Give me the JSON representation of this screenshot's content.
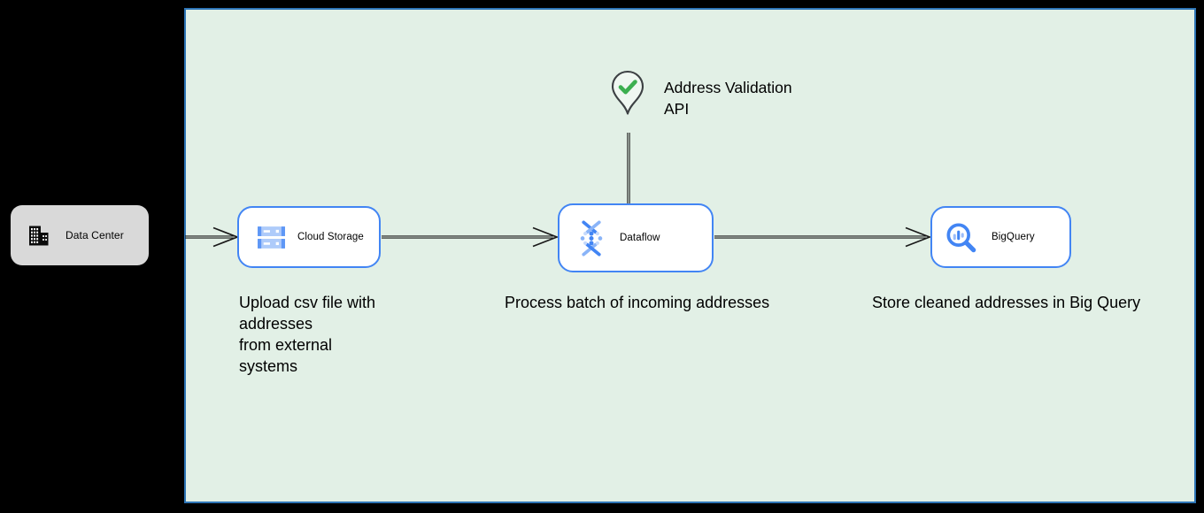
{
  "nodes": {
    "data_center": {
      "label": "Data Center"
    },
    "cloud_storage": {
      "label": "Cloud Storage"
    },
    "dataflow": {
      "label": "Dataflow"
    },
    "bigquery": {
      "label": "BigQuery"
    }
  },
  "api_marker": {
    "label": "Address Validation\nAPI"
  },
  "annotations": {
    "cloud_storage_note": "Upload csv file with\naddresses\nfrom external\nsystems",
    "dataflow_note": "Process batch of incoming addresses",
    "bigquery_note": "Store cleaned addresses in Big Query"
  },
  "icons": {
    "data_center": "building-icon",
    "cloud_storage": "cloud-storage-icon",
    "dataflow": "dataflow-icon",
    "bigquery": "bigquery-magnifier-chart-icon",
    "api_marker": "map-pin-check-icon"
  },
  "colors": {
    "page_background": "#000000",
    "boundary_fill": "#e2f0e6",
    "boundary_border": "#2e75b6",
    "node_border": "#4285f4",
    "node_fill": "#ffffff",
    "data_center_fill": "#d9d9d9",
    "icon_blue_dark": "#4285f4",
    "icon_blue_light": "#9bbcf9",
    "arrow": "#1a1a1a",
    "pin_outline": "#3c4043",
    "check_green": "#3caf50",
    "text": "#000000"
  }
}
